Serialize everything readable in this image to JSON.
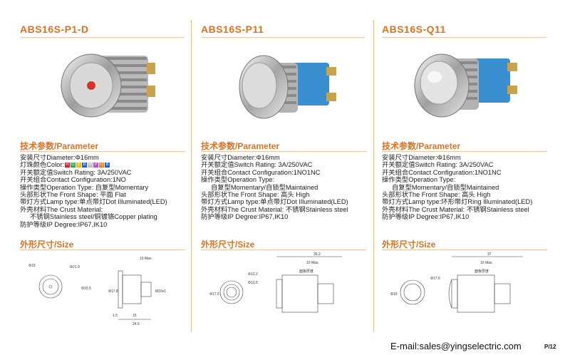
{
  "products": [
    {
      "model": "ABS16S-P1-D",
      "param_heading": "技术参数/Parameter",
      "size_heading": "外形尺寸/Size",
      "specs": [
        {
          "text": "安装尺寸Diameter:Φ16mm"
        },
        {
          "text": "灯珠颜色Color:",
          "swatches": [
            "R",
            "G",
            "Y",
            "B",
            "W",
            "P",
            "O",
            "B"
          ]
        },
        {
          "text": "开关额定值Switch Rating: 3A/250VAC"
        },
        {
          "text": "开关组合Contact Configuration:1NO"
        },
        {
          "text": "操作类型Operation Type: 自复型Momentary"
        },
        {
          "text": "头部形状The Front Shape: 平面 Flat"
        },
        {
          "text": "带灯方式Lamp type:单点带灯Dot Illuminated(LED)"
        },
        {
          "text": "外壳材料The Crust Material:"
        },
        {
          "text": "不锈钢Stainless steel/铜镀铬Copper plating",
          "indent": true
        },
        {
          "text": "防护等级IP Degree:IP67,IK10"
        }
      ],
      "dims": {
        "top_labels": [
          "10 Max."
        ],
        "side_labels": [
          "Φ19",
          "Φ21.9",
          "Φ17.8",
          "Φ15.5"
        ],
        "bottom_labels": [
          "1.5",
          "15",
          "24.5"
        ],
        "thread": "M16x1"
      }
    },
    {
      "model": "ABS16S-P11",
      "param_heading": "技术参数/Parameter",
      "size_heading": "外形尺寸/Size",
      "specs": [
        {
          "text": "安装尺寸Diameter:Φ16mm"
        },
        {
          "text": "开关额定值Switch Rating: 3A/250VAC"
        },
        {
          "text": "开关组合Contact Configuration:1NO1NC"
        },
        {
          "text": "操作类型Operation Type:"
        },
        {
          "text": "自复型Momentary/自锁型Maintained",
          "indent": true
        },
        {
          "text": "头部形状The Front Shape: 高头 High"
        },
        {
          "text": "带灯方式Lamp type:单点带灯Dot Illuminated(LED)"
        },
        {
          "text": "外壳材料The Crust Material: 不锈钢Stainless steel"
        },
        {
          "text": "防护等级IP Degree:IP67,IK10"
        }
      ],
      "dims": {
        "top_labels": [
          "35.2",
          "10 Max.",
          "面板厚度"
        ],
        "side_labels": [
          "Φ17.5",
          "Φ13.2",
          "Φ13.5"
        ],
        "bottom_labels": [],
        "thread": ""
      }
    },
    {
      "model": "ABS16S-Q11",
      "param_heading": "技术参数/Parameter",
      "size_heading": "外形尺寸/Size",
      "specs": [
        {
          "text": "安装尺寸Diameter:Φ16mm"
        },
        {
          "text": "开关额定值Switch Rating: 3A/250VAC"
        },
        {
          "text": "开关组合Contact Configuration:1NO1NC"
        },
        {
          "text": "操作类型Operation Type:"
        },
        {
          "text": "自复型Momentary/自锁型Maintained",
          "indent": true
        },
        {
          "text": "头部形状The Front Shape: 高头 High"
        },
        {
          "text": "带灯方式Lamp type:环形带灯Ring Illuminated(LED)"
        },
        {
          "text": "外壳材料The Crust Material: 不锈钢Stainless steel"
        },
        {
          "text": "防护等级IP Degree:IP67,IK10"
        }
      ],
      "dims": {
        "top_labels": [
          "37",
          "10 Max.",
          "面板厚度"
        ],
        "side_labels": [
          "Φ19",
          "Φ17.5"
        ],
        "bottom_labels": [],
        "thread": ""
      }
    }
  ],
  "swatch_colors": {
    "R": "#d6242a",
    "G": "#2fa84f",
    "Y": "#e8c21a",
    "B": "#2a5bd7",
    "W": "#bbbbbb",
    "P": "#c04fc4",
    "O": "#ee7d1d"
  },
  "footer": {
    "email": "E-mail:sales@yingselectric.com",
    "page": "P/12"
  }
}
